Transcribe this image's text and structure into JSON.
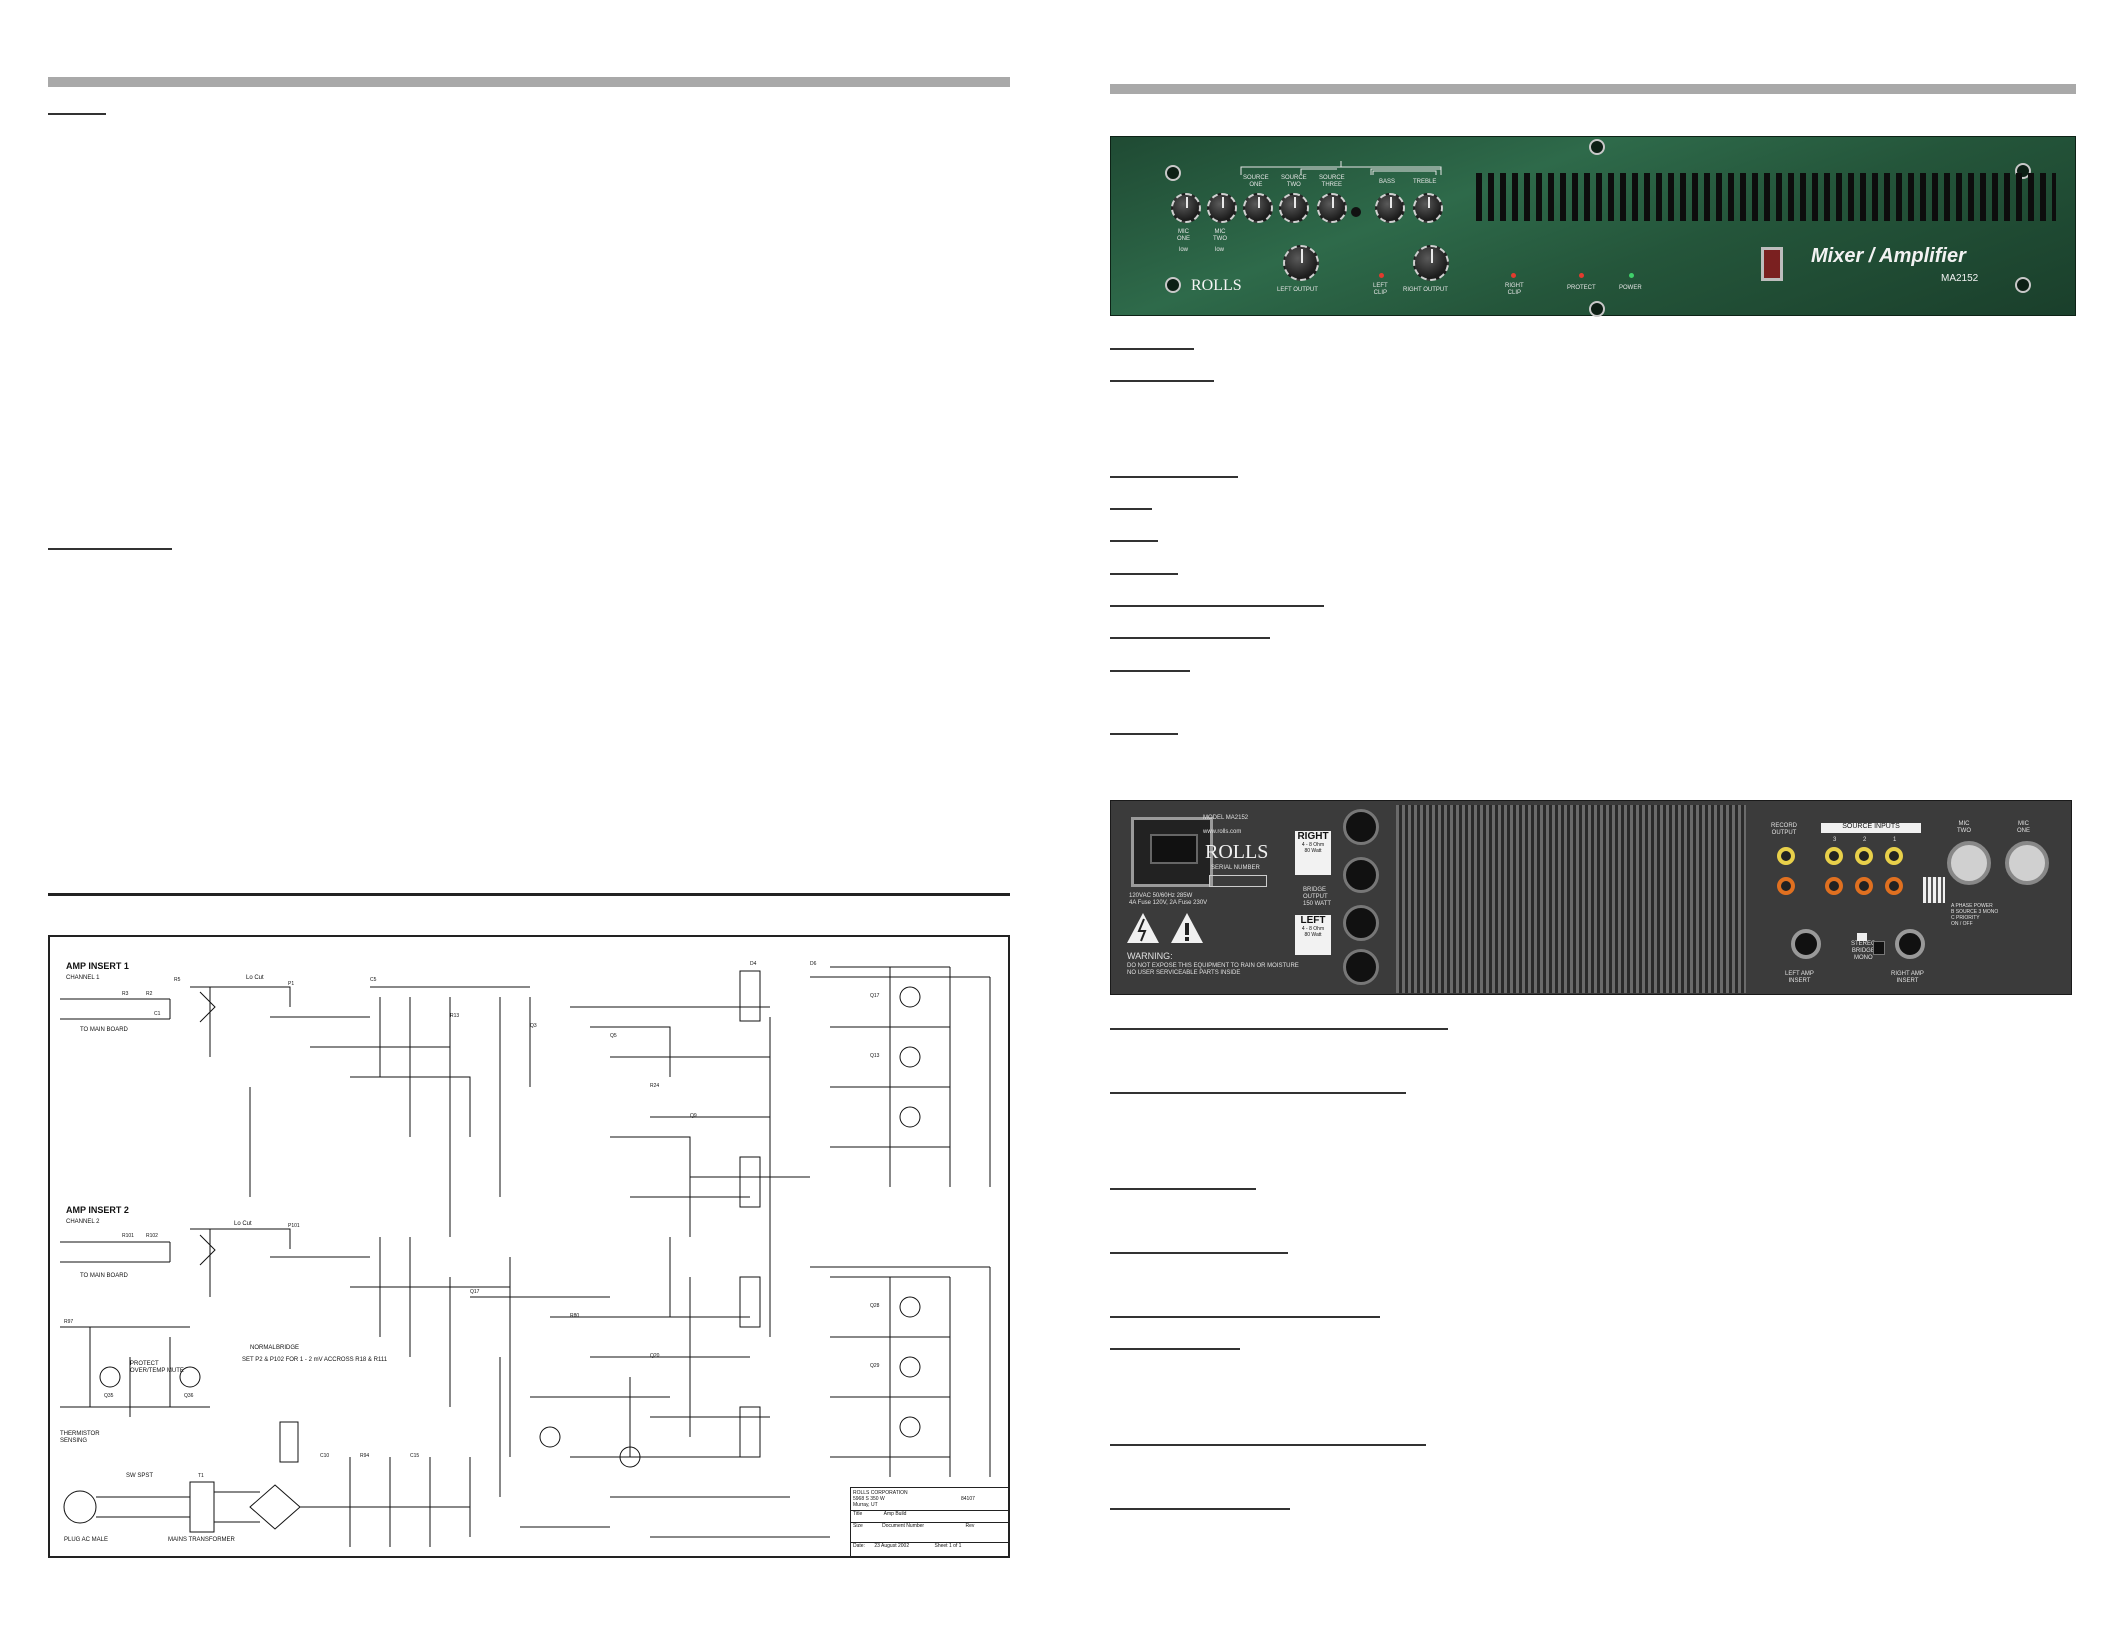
{
  "front_panel": {
    "brand": "Mixer / Amplifier",
    "model": "MA2152",
    "logo": "ROLLS",
    "labels": {
      "source_one": "SOURCE\nONE",
      "source_two": "SOURCE\nTWO",
      "source_three": "SOURCE\nTHREE",
      "bass": "BASS",
      "treble": "TREBLE",
      "mic_one": "MIC\nONE",
      "mic_two": "MIC\nTWO",
      "low1": "low",
      "low2": "low",
      "left_output": "LEFT OUTPUT",
      "right_output": "RIGHT OUTPUT",
      "left_clip": "LEFT\nCLIP",
      "right_clip": "RIGHT\nCLIP",
      "protect": "PROTECT",
      "power": "POWER"
    },
    "colors": {
      "panel": "#24553a",
      "led_red": "#e23b2e",
      "led_green": "#3fd16a"
    }
  },
  "rear_panel": {
    "logo": "ROLLS",
    "model_line": "MODEL MA2152",
    "url": "www.rolls.com",
    "serial": "SERIAL NUMBER",
    "power_spec": "120VAC 50/60Hz 285W\n4A Fuse 120V, 2A Fuse 230V",
    "warning": "WARNING:",
    "warning_text": "DO NOT EXPOSE THIS EQUIPMENT TO RAIN OR MOISTURE\nNO USER SERVICEABLE PARTS INSIDE",
    "right_box": "RIGHT",
    "right_box_sub": "4 - 8 Ohm\n80 Watt",
    "bridge_box": "BRIDGE\nOUTPUT\n150 WATT",
    "left_box": "LEFT",
    "left_box_sub": "4 - 8 Ohm\n80 Watt",
    "record_output": "RECORD\nOUTPUT",
    "source_inputs": "SOURCE INPUTS",
    "input_numbers": [
      "3",
      "2",
      "1"
    ],
    "mic_two": "MIC\nTWO",
    "mic_one": "MIC\nONE",
    "left_amp_insert": "LEFT AMP\nINSERT",
    "right_amp_insert": "RIGHT AMP\nINSERT",
    "stereo_mono": "STEREO\nBRIDGE\nMONO",
    "dip_labels": "A PHASE POWER\nB SOURCE 3 MONO\nC PRIORITY\nON / OFF"
  },
  "schematic": {
    "amp_insert_1": "AMP INSERT 1",
    "channel_1": "CHANNEL 1",
    "amp_insert_2": "AMP INSERT 2",
    "channel_2": "CHANNEL 2",
    "to_main_board_1": "TO MAIN BOARD",
    "to_main_board_2": "TO MAIN BOARD",
    "lo_cut_1": "Lo Cut",
    "lo_cut_2": "Lo Cut",
    "protect_note": "PROTECT\nOVER/TEMP MUTE",
    "set_note": "SET P2 & P102 FOR 1 - 2 mV ACCROSS R18 & R111",
    "normal": "NORMAL",
    "bridge": "BRIDGE",
    "thermistor": "THERMISTOR\nSENSING",
    "plug": "PLUG AC MALE",
    "main_transformer": "MAINS TRANSFORMER",
    "switch": "SW SPST",
    "title_block": {
      "company": "ROLLS CORPORATION\n5968 S 350 W\nMurray, UT",
      "zip": "84107",
      "title_label": "Title",
      "title": "Amp Build",
      "size": "Size",
      "doc_number": "Document Number",
      "rev": "Rev",
      "date_label": "Date:",
      "date": "23 August 2002",
      "sheet": "Sheet  1  of  1"
    }
  }
}
